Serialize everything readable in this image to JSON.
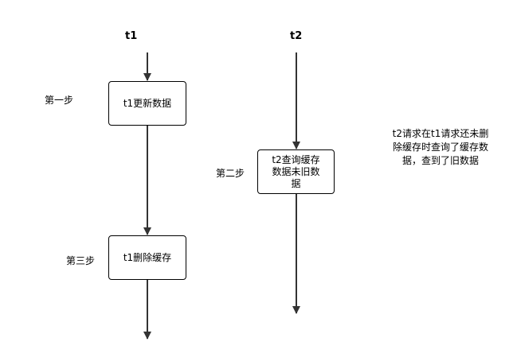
{
  "thread1": {
    "title": "t1",
    "step1_label": "第一步",
    "node_update": "t1更新数据",
    "step3_label": "第三步",
    "node_delete": "t1删除缓存"
  },
  "thread2": {
    "title": "t2",
    "step2_label": "第二步",
    "node_query_line1": "t2查询缓存",
    "node_query_line2": "数据未旧数",
    "node_query_line3": "据"
  },
  "note": {
    "line1": "t2请求在t1请求还未删",
    "line2": "除缓存时查询了缓存数",
    "line3": "据，查到了旧数据"
  }
}
